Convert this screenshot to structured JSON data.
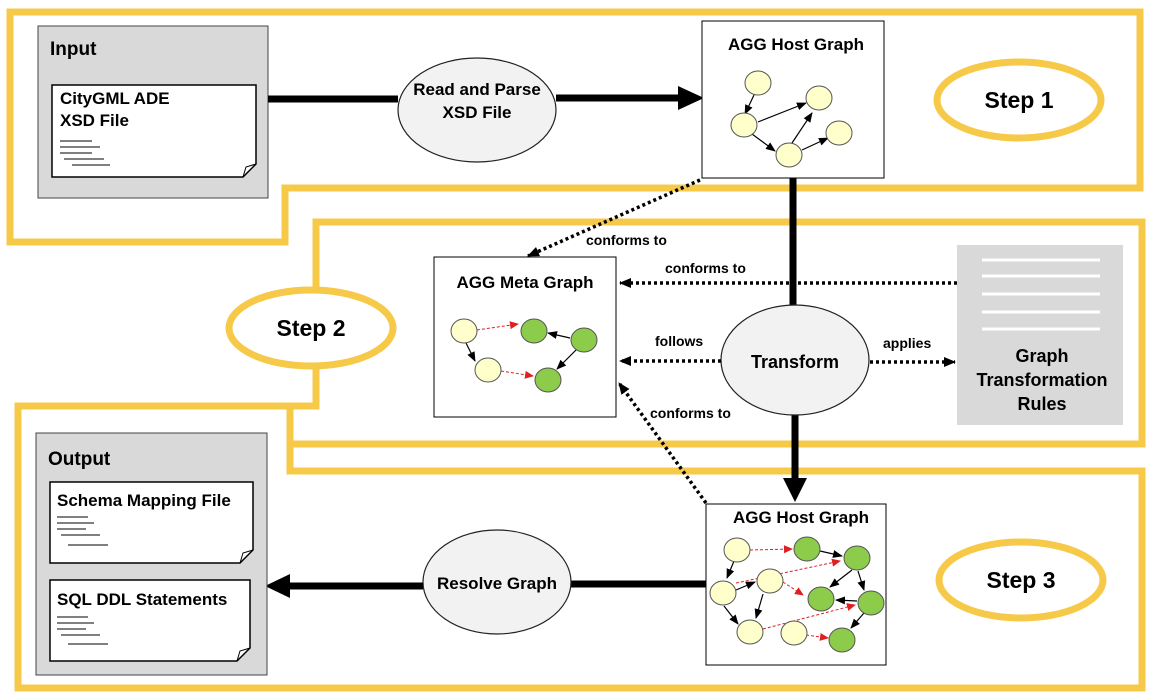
{
  "steps": {
    "step1": "Step 1",
    "step2": "Step 2",
    "step3": "Step 3"
  },
  "input_panel": {
    "title": "Input",
    "doc_line1": "CityGML ADE",
    "doc_line2": "XSD File"
  },
  "read_parse": {
    "line1": "Read and Parse",
    "line2": "XSD File"
  },
  "host_graph_top": {
    "title": "AGG Host Graph"
  },
  "meta_graph": {
    "title": "AGG Meta Graph"
  },
  "transform": {
    "label": "Transform"
  },
  "rules": {
    "line1": "Graph",
    "line2": "Transformation",
    "line3": "Rules"
  },
  "host_graph_bottom": {
    "title": "AGG Host Graph"
  },
  "resolve": {
    "label": "Resolve Graph"
  },
  "output_panel": {
    "title": "Output",
    "doc1": "Schema Mapping File",
    "doc2": "SQL DDL Statements"
  },
  "edges": {
    "conforms_to_1": "conforms to",
    "conforms_to_2": "conforms to",
    "follows": "follows",
    "applies": "applies",
    "conforms_to_3": "conforms to"
  },
  "colors": {
    "step_border": "#f7c948",
    "panel_gray": "#d9d9d9",
    "node_yellow": "#ffffcc",
    "node_green": "#8ccc4a",
    "edge_red": "#e02020"
  }
}
